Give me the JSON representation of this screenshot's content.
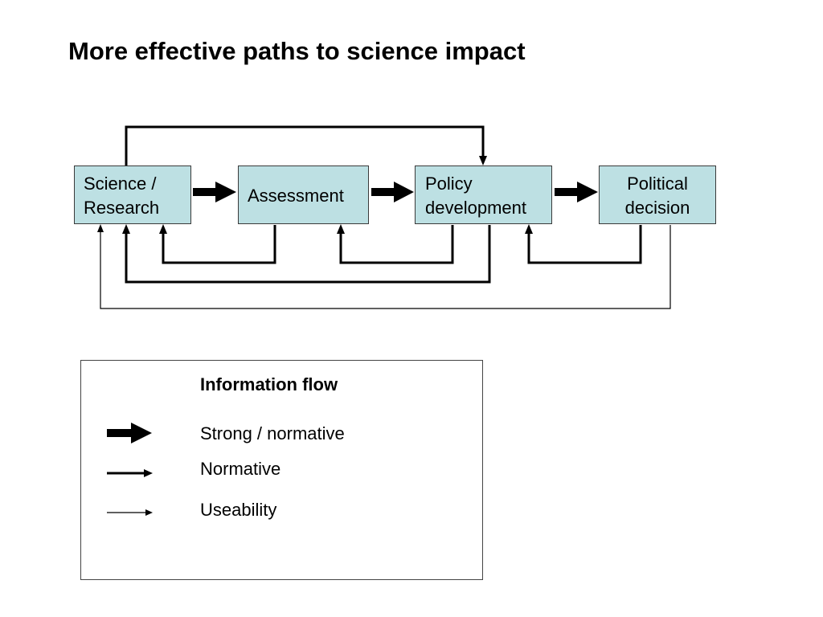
{
  "title": "More effective paths to science impact",
  "nodes": {
    "science": [
      "Science /",
      "Research"
    ],
    "assessment": [
      "Assessment"
    ],
    "policy": [
      "Policy",
      "development"
    ],
    "political": [
      "Political",
      "decision"
    ]
  },
  "flows": [
    {
      "from": "science",
      "to": "assessment",
      "kind": "strong"
    },
    {
      "from": "assessment",
      "to": "policy",
      "kind": "strong"
    },
    {
      "from": "policy",
      "to": "political",
      "kind": "strong"
    },
    {
      "from": "science",
      "to": "policy",
      "kind": "normative"
    },
    {
      "from": "assessment",
      "to": "science",
      "kind": "normative"
    },
    {
      "from": "policy",
      "to": "assessment",
      "kind": "normative"
    },
    {
      "from": "political",
      "to": "policy",
      "kind": "normative"
    },
    {
      "from": "policy",
      "to": "science",
      "kind": "normative"
    },
    {
      "from": "political",
      "to": "science",
      "kind": "useability"
    }
  ],
  "legend": {
    "title": "Information flow",
    "items": [
      {
        "kind": "strong",
        "label": "Strong / normative"
      },
      {
        "kind": "normative",
        "label": "Normative"
      },
      {
        "kind": "useability",
        "label": "Useability"
      }
    ]
  },
  "colors": {
    "box_fill": "#bde0e3",
    "line": "#000000"
  }
}
